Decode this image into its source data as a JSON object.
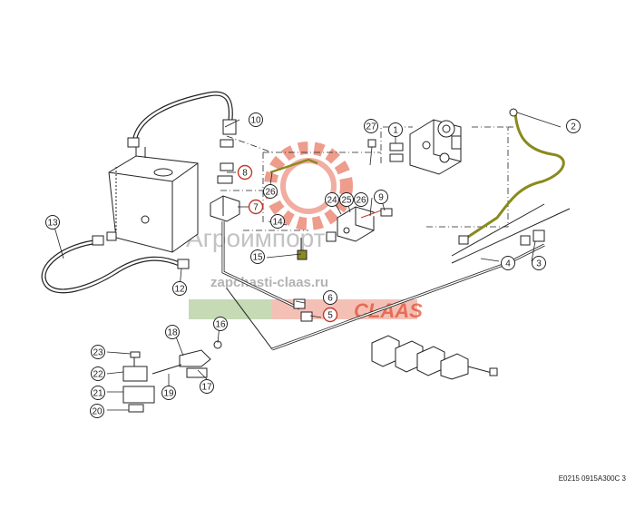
{
  "colors": {
    "line": "#222222",
    "callout_highlight": "#c0392b",
    "pipe_highlight": "#8a8a1e",
    "watermark_red": "#e04a2e",
    "watermark_green": "#7fae5a",
    "watermark_gray": "#9a9a9a"
  },
  "watermark": {
    "brand_name": "Агроимпорт",
    "site": "zapchasti-claas.ru",
    "logo_word": "CLAAS"
  },
  "drawing_code": "E0215 0915A300C 3",
  "callouts": [
    {
      "label": "1",
      "highlight": false
    },
    {
      "label": "2",
      "highlight": false
    },
    {
      "label": "3",
      "highlight": false
    },
    {
      "label": "4",
      "highlight": false
    },
    {
      "label": "5",
      "highlight": true
    },
    {
      "label": "6",
      "highlight": false
    },
    {
      "label": "7",
      "highlight": true
    },
    {
      "label": "8",
      "highlight": true
    },
    {
      "label": "9",
      "highlight": false
    },
    {
      "label": "10",
      "highlight": false
    },
    {
      "label": "12",
      "highlight": false
    },
    {
      "label": "13",
      "highlight": false
    },
    {
      "label": "14",
      "highlight": false
    },
    {
      "label": "15",
      "highlight": false
    },
    {
      "label": "16",
      "highlight": false
    },
    {
      "label": "17",
      "highlight": false
    },
    {
      "label": "18",
      "highlight": false
    },
    {
      "label": "19",
      "highlight": false
    },
    {
      "label": "20",
      "highlight": false
    },
    {
      "label": "21",
      "highlight": false
    },
    {
      "label": "22",
      "highlight": false
    },
    {
      "label": "23",
      "highlight": false
    },
    {
      "label": "24",
      "highlight": false
    },
    {
      "label": "25",
      "highlight": false
    },
    {
      "label": "26",
      "highlight": false
    },
    {
      "label": "26",
      "highlight": false
    },
    {
      "label": "27",
      "highlight": false
    }
  ]
}
